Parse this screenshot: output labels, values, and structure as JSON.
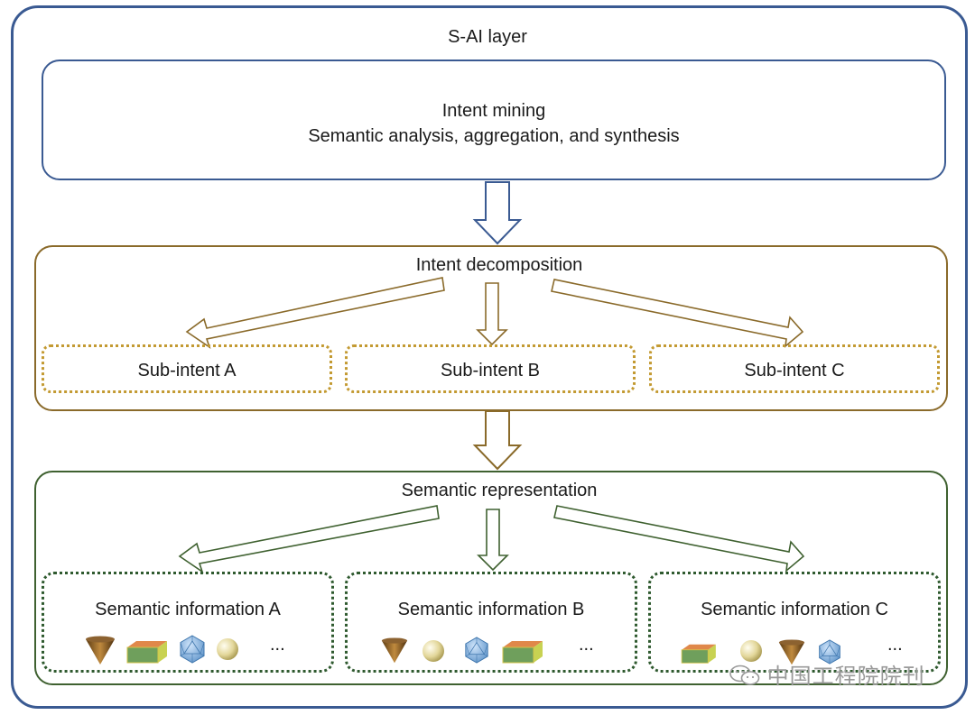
{
  "layer_title": "S-AI layer",
  "mining": {
    "line1": "Intent mining",
    "line2": "Semantic analysis, aggregation, and synthesis"
  },
  "decomposition": {
    "title": "Intent decomposition",
    "subs": [
      "Sub-intent A",
      "Sub-intent B",
      "Sub-intent C"
    ]
  },
  "representation": {
    "title": "Semantic representation",
    "infos": [
      "Semantic information A",
      "Semantic information B",
      "Semantic information C"
    ],
    "ellipsis": "..."
  },
  "watermark": "中国工程院院刊",
  "colors": {
    "outer_border": "#3a5a92",
    "decomposition_border": "#8a6a2a",
    "sub_intent_dots": "#c39a32",
    "representation_border": "#3f6130"
  },
  "icon_sets": [
    [
      "cone-icon",
      "box-icon",
      "icosahedron-icon",
      "sphere-icon"
    ],
    [
      "cone-icon",
      "sphere-icon",
      "icosahedron-icon",
      "box-icon"
    ],
    [
      "box-icon",
      "sphere-icon",
      "cone-icon",
      "icosahedron-icon"
    ]
  ]
}
